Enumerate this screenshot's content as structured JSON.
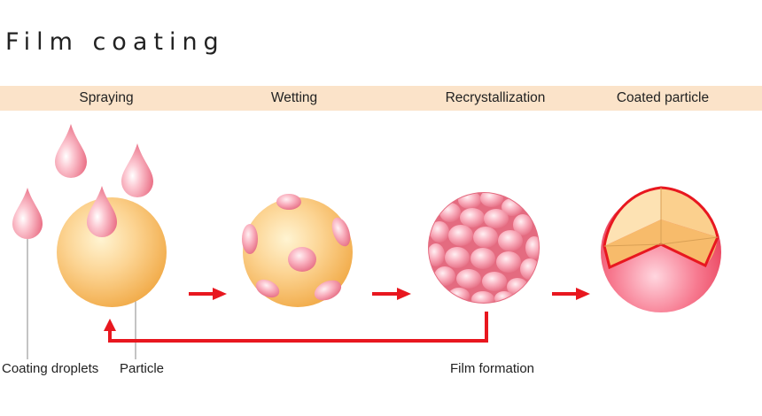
{
  "title": "Film coating",
  "stages": [
    "Spraying",
    "Wetting",
    "Recrystallization",
    "Coated particle"
  ],
  "labels": {
    "coating_droplets": "Coating droplets",
    "particle": "Particle",
    "film_formation": "Film formation"
  },
  "colors": {
    "band": "#fbe3c9",
    "particle": "#f6b85a",
    "droplet": "#ee6f85",
    "arrow": "#e8171f"
  }
}
